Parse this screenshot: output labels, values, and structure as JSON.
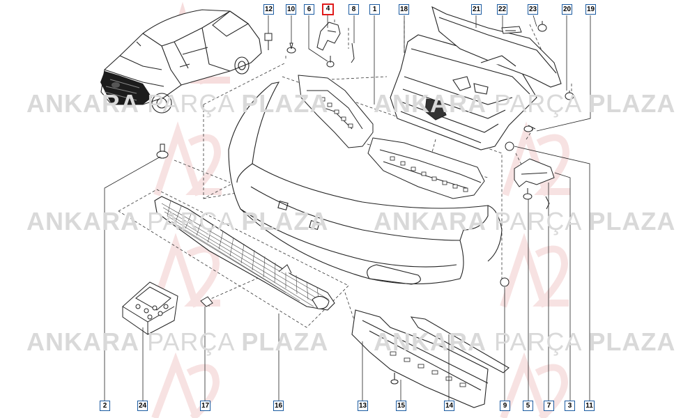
{
  "watermark": {
    "word1": "ANKARA",
    "word2": "PARÇA",
    "word3": "PLAZA",
    "colors": {
      "grey": "#d9d9d9",
      "logo_red": "#f3c9c9"
    }
  },
  "highlight_color": "#e01a1a",
  "callout_border_color": "#1a5aa0",
  "callouts_top": [
    "12",
    "10",
    "6",
    "4",
    "8",
    "1",
    "18",
    "21",
    "22",
    "23",
    "20",
    "19"
  ],
  "callouts_bottom": [
    "2",
    "24",
    "17",
    "16",
    "13",
    "15",
    "14",
    "9",
    "5",
    "7",
    "3",
    "11"
  ],
  "highlighted_part": "4"
}
